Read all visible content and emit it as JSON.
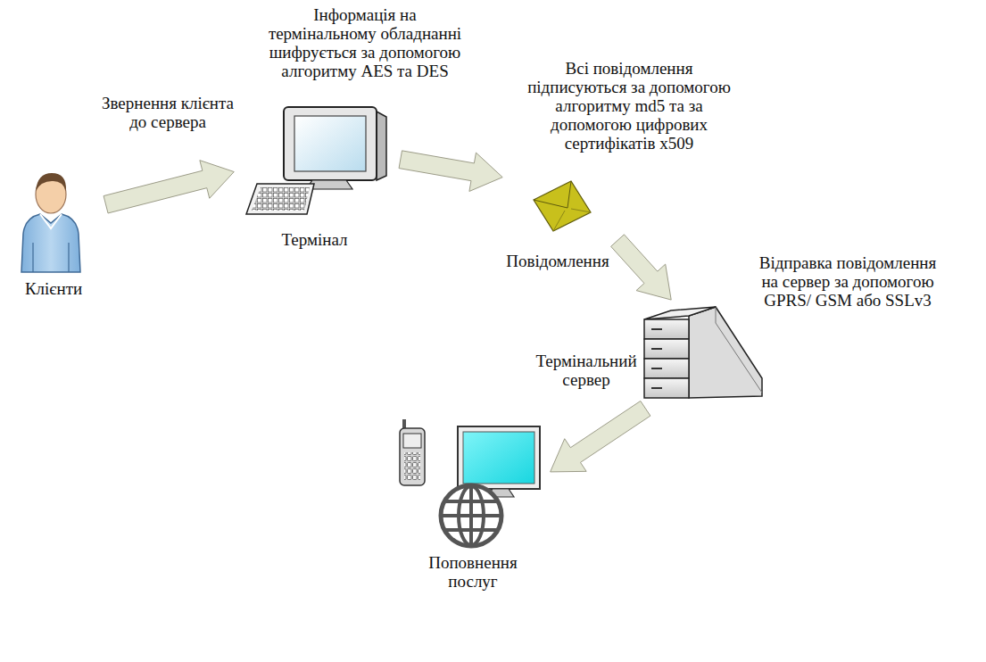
{
  "diagram": {
    "nodes": [
      {
        "text": [
          "Клієнти"
        ]
      },
      {
        "text": [
          "Термінал"
        ]
      },
      {
        "text": [
          "Повідомлення"
        ]
      },
      {
        "text": [
          "Термінальний сервер"
        ]
      },
      {
        "text": [
          "Поповнення послуг"
        ]
      }
    ],
    "edges": [
      {
        "from": 0,
        "to": 1,
        "arrow": "to",
        "label": "Звернення клієнта до сервера"
      },
      {
        "from": 1,
        "to": 2,
        "arrow": "to",
        "label": "Всі повідомлення підписуються за допомогою алгоритму md5 та за допомогою цифрових сертифікатів x509"
      },
      {
        "from": 2,
        "to": 3,
        "arrow": "to",
        "label": "Відправка повідомлення на сервер за допомогою GPRS/ GSM або SSLv3"
      },
      {
        "from": 3,
        "to": 4,
        "arrow": "to"
      }
    ],
    "labels": [
      "Інформація на термінальному обладнанні шифрується за допомогою алгоритму AES та DES"
    ]
  }
}
